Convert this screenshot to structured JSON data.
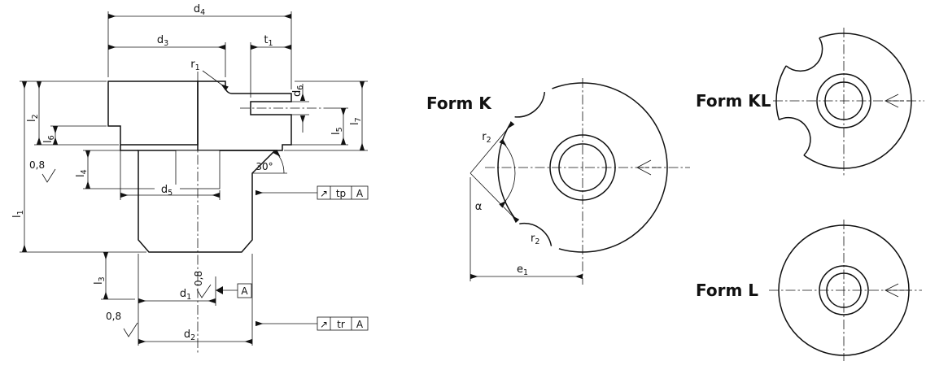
{
  "colors": {
    "ink": "#111111",
    "background": "#ffffff"
  },
  "dims": {
    "d1": {
      "b": "d",
      "s": "1"
    },
    "d2": {
      "b": "d",
      "s": "2"
    },
    "d3": {
      "b": "d",
      "s": "3"
    },
    "d4": {
      "b": "d",
      "s": "4"
    },
    "d5": {
      "b": "d",
      "s": "5"
    },
    "d6": {
      "b": "d",
      "s": "6"
    },
    "t1": {
      "b": "t",
      "s": "1"
    },
    "r1": {
      "b": "r",
      "s": "1"
    },
    "l1": {
      "b": "l",
      "s": "1"
    },
    "l2": {
      "b": "l",
      "s": "2"
    },
    "l3": {
      "b": "l",
      "s": "3"
    },
    "l4": {
      "b": "l",
      "s": "4"
    },
    "l5": {
      "b": "l",
      "s": "5"
    },
    "l6": {
      "b": "l",
      "s": "6"
    },
    "l7": {
      "b": "l",
      "s": "7"
    },
    "angle": "30°",
    "roughness": "0,8",
    "datum": "A"
  },
  "tolerances": [
    {
      "symbol": "↗",
      "value": "tp",
      "datum": "A"
    },
    {
      "symbol": "↗",
      "value": "tr",
      "datum": "A"
    }
  ],
  "forms": {
    "k": "Form K",
    "kl": "Form KL",
    "l": "Form L"
  },
  "circle_dims": {
    "r2": {
      "b": "r",
      "s": "2"
    },
    "e1": {
      "b": "e",
      "s": "1"
    },
    "alpha": "α"
  }
}
